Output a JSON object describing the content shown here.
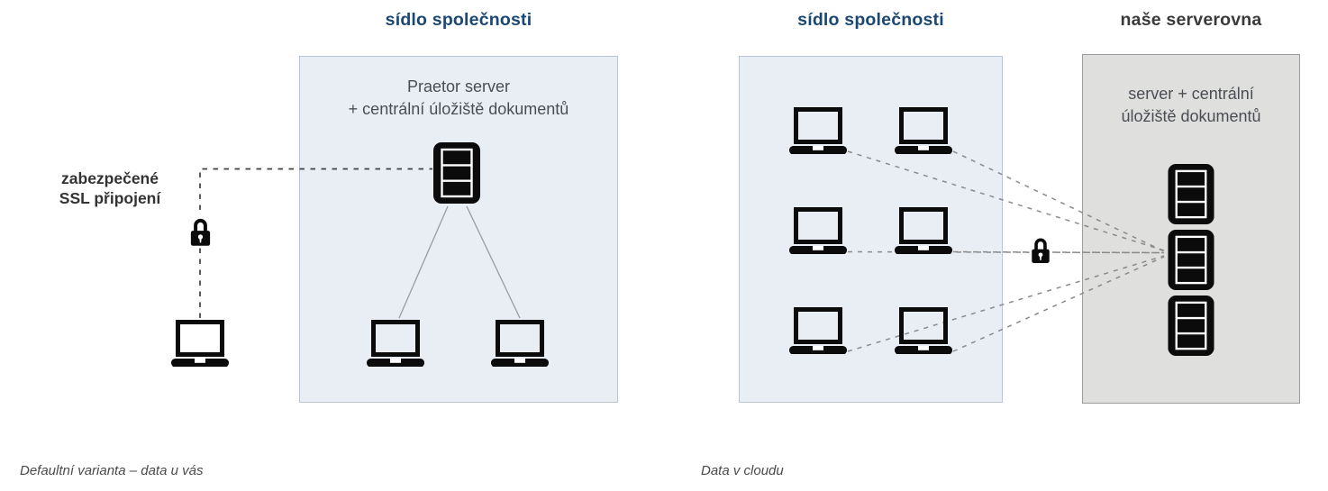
{
  "left_diagram": {
    "title": "sídlo společnosti",
    "office_box": {
      "label_line1": "Praetor server",
      "label_line2": "+ centrální úložiště dokumentů"
    },
    "ssl_label": {
      "line1": "zabezpečené",
      "line2": "SSL připojení"
    },
    "caption": "Defaultní varianta – data u vás"
  },
  "right_diagram": {
    "office_title": "sídlo společnosti",
    "serverroom_title": "naše serverovna",
    "serverroom_box": {
      "label_line1": "server + centrální",
      "label_line2": "úložiště dokumentů"
    },
    "caption": "Data v cloudu"
  },
  "icons": {
    "laptop": "laptop-icon",
    "server": "server-rack-icon",
    "lock": "padlock-icon"
  },
  "colors": {
    "office_title_blue": "#1b4872",
    "serverroom_title_dark": "#3a3a3a",
    "box_label_text": "#4a4e54",
    "office_box_fill": "#e9edf4",
    "office_box_border": "#b7c4d9",
    "serverroom_box_fill": "#dfdfdd",
    "serverroom_box_border": "#9b9b9b",
    "icon_black": "#0b0b0b",
    "ssl_dashed_line": "#3f3f3f",
    "cloud_dashed_line": "#8a8a8a",
    "lan_solid_line": "#9c9c9c"
  }
}
